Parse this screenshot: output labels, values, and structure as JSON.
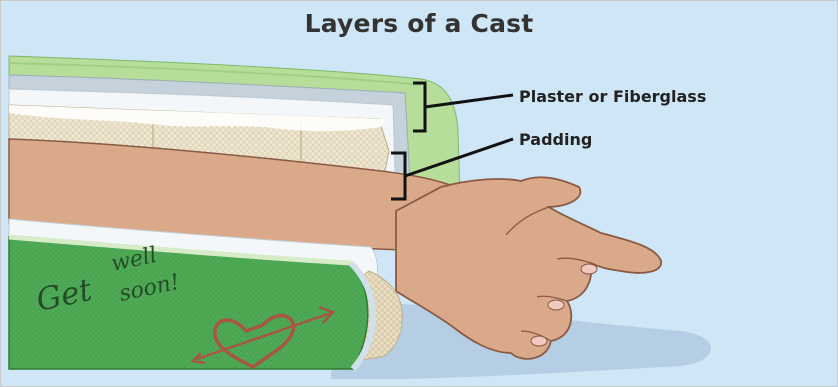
{
  "title": "Layers of a Cast",
  "labels": {
    "plaster": "Plaster or Fiberglass",
    "padding": "Padding"
  },
  "cast_writing": {
    "line1": "Get",
    "line2": "well",
    "line3": "soon!"
  },
  "colors": {
    "background": "#cfe6f6",
    "cast_green": "#4faa55",
    "cast_light_green": "#b6dd9a",
    "padding": "#e7dcc0",
    "skin": "#d9a98a",
    "skin_outline": "#8a5a44",
    "heart": "#a85640"
  }
}
